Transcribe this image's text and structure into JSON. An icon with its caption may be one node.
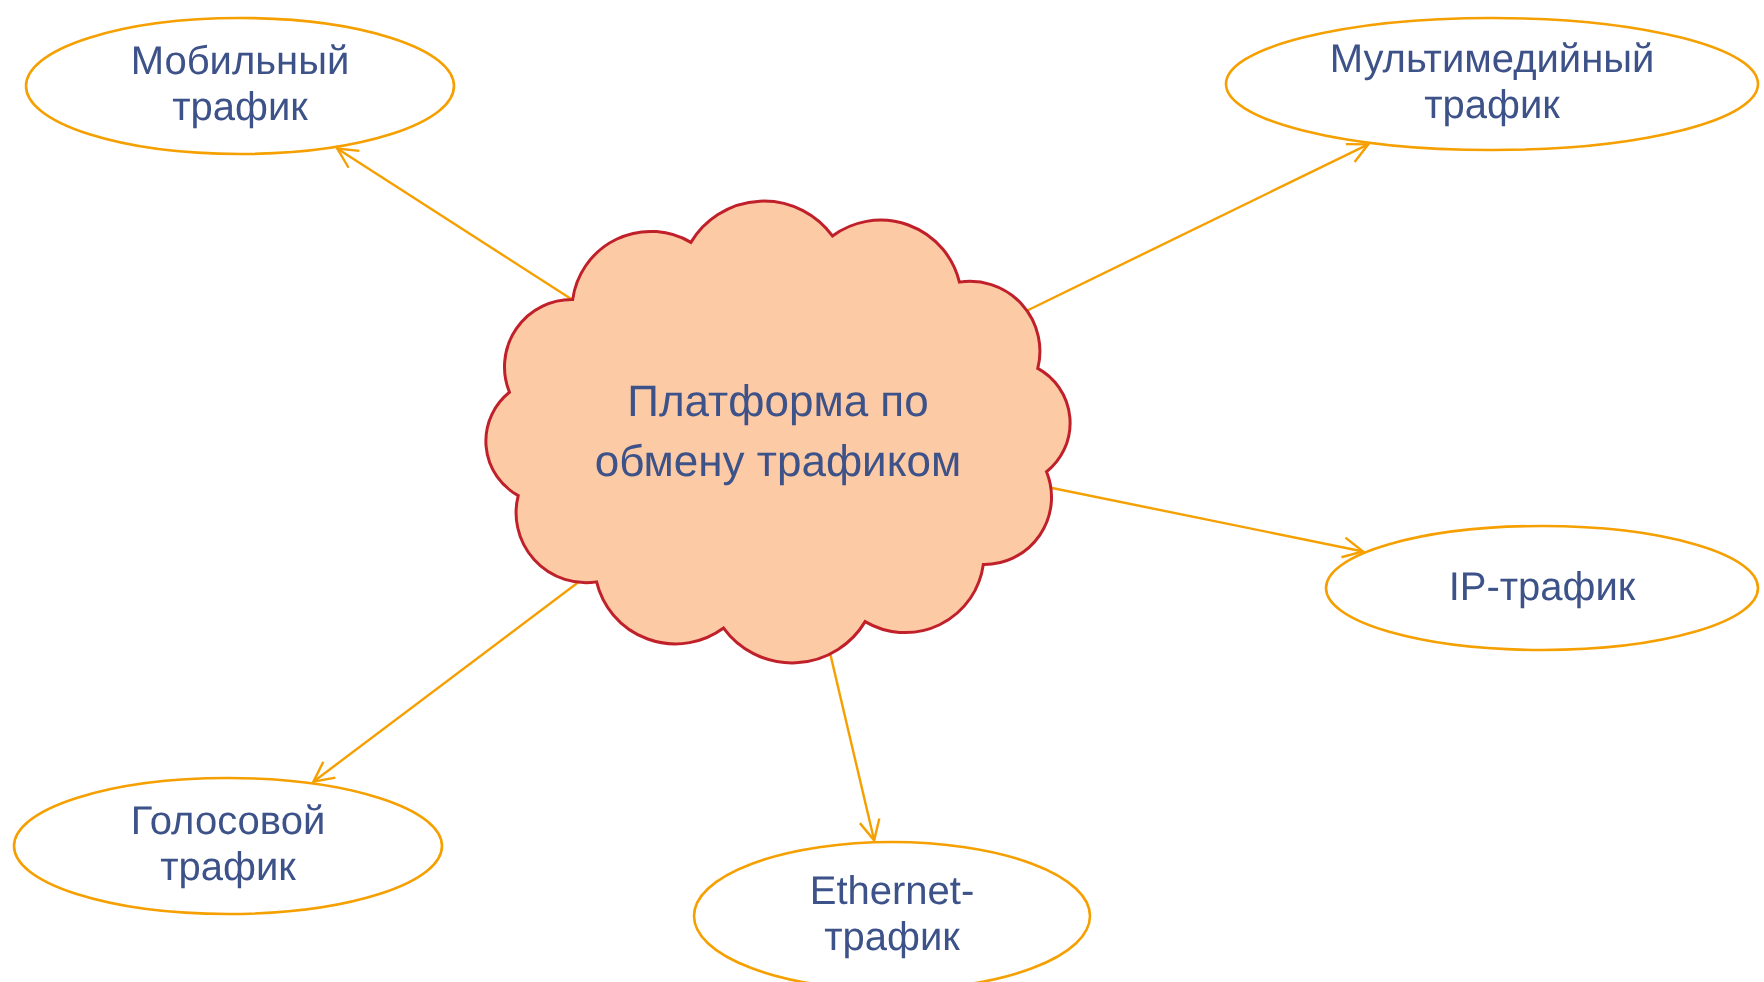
{
  "diagram": {
    "nodes": [
      {
        "text": [
          "Платформа по обмену трафиком"
        ]
      },
      {
        "text": [
          "Мобильный трафик"
        ]
      },
      {
        "text": [
          "Мультимедийный трафик"
        ]
      },
      {
        "text": [
          "IP-трафик"
        ]
      },
      {
        "text": [
          "Голосовой трафик"
        ]
      },
      {
        "text": [
          "Ethernet-трафик"
        ]
      }
    ],
    "edges": [
      {
        "from": 0,
        "to": 1,
        "arrow": "to"
      },
      {
        "from": 0,
        "to": 2,
        "arrow": "to"
      },
      {
        "from": 0,
        "to": 3,
        "arrow": "to"
      },
      {
        "from": 0,
        "to": 4,
        "arrow": "to"
      },
      {
        "from": 0,
        "to": 5,
        "arrow": "to"
      }
    ]
  }
}
